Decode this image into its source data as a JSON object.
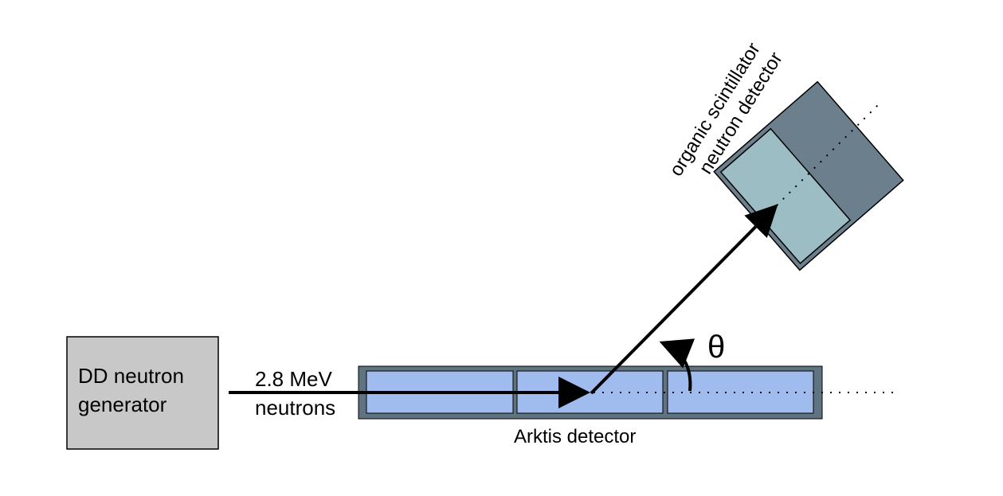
{
  "generator": {
    "line1": "DD neutron",
    "line2": "generator"
  },
  "beam": {
    "line1": "2.8 MeV",
    "line2": "neutrons"
  },
  "arktis": {
    "label": "Arktis detector"
  },
  "scintillator": {
    "line1": "organic scintillator",
    "line2": "neutron detector"
  },
  "angle": {
    "symbol": "θ"
  },
  "colors": {
    "generator_fill": "#c8c8c8",
    "detector_frame": "#5f7380",
    "detector_cells": "#a0bcef",
    "scintillator_body": "#6b808c",
    "scintillator_face": "#9dbdc4"
  }
}
